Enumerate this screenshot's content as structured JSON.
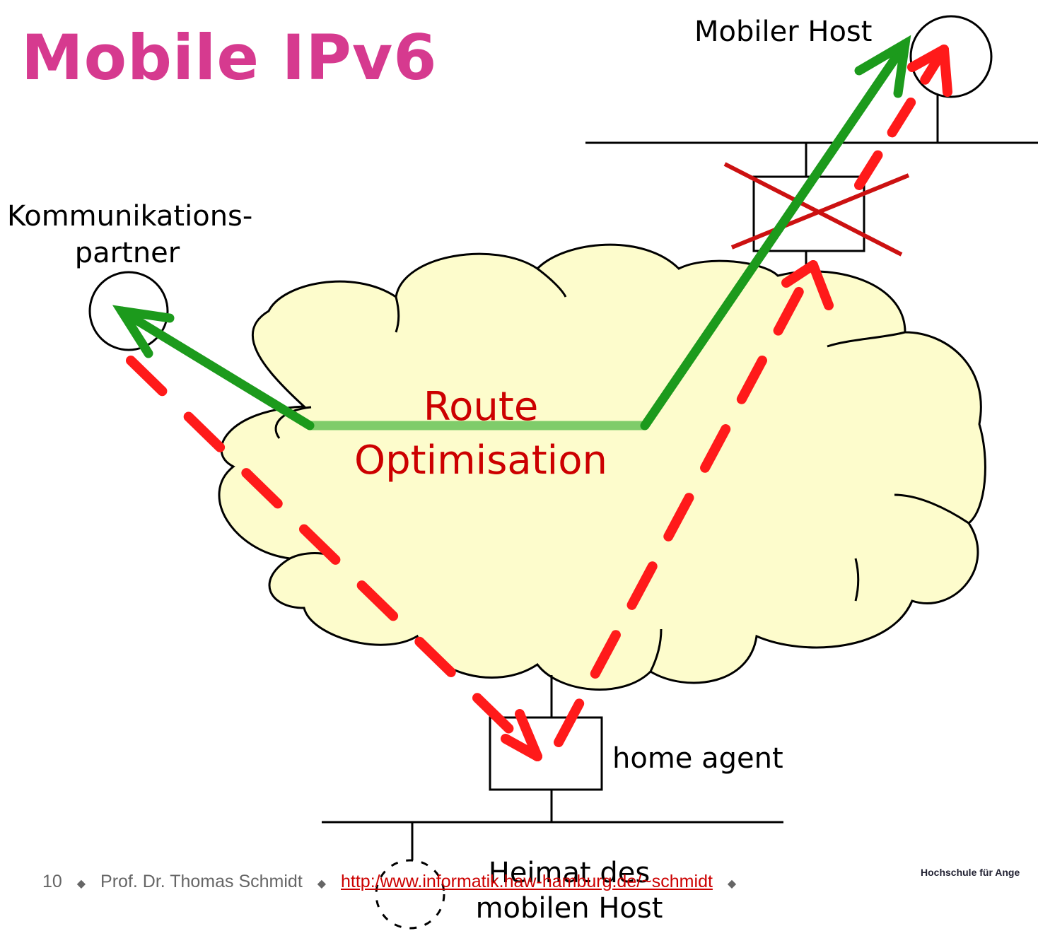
{
  "slide": {
    "title": "Mobile IPv6",
    "labels": {
      "mobile_host": "Mobiler Host",
      "correspondent_line1": "Kommunikations-",
      "correspondent_line2": "partner",
      "home_agent": "home agent",
      "home_line1": "Heimat des",
      "home_line2": "mobilen Host",
      "route_line1": "Route",
      "route_line2": "Optimisation"
    },
    "footer": {
      "page_number": "10",
      "author": "Prof. Dr. Thomas Schmidt",
      "url": "http:/www.informatik.haw-hamburg.de/~schmidt"
    },
    "logo_text": "Hochschule für Ange"
  },
  "colors": {
    "title": "#d63a8f",
    "cloud_fill": "#fdfccc",
    "green_path": "#1c9a1c",
    "light_green_path": "#7fcc6a",
    "red_dashed": "#ff1a1a",
    "cross": "#cc1111",
    "route_text": "#cc0000"
  }
}
